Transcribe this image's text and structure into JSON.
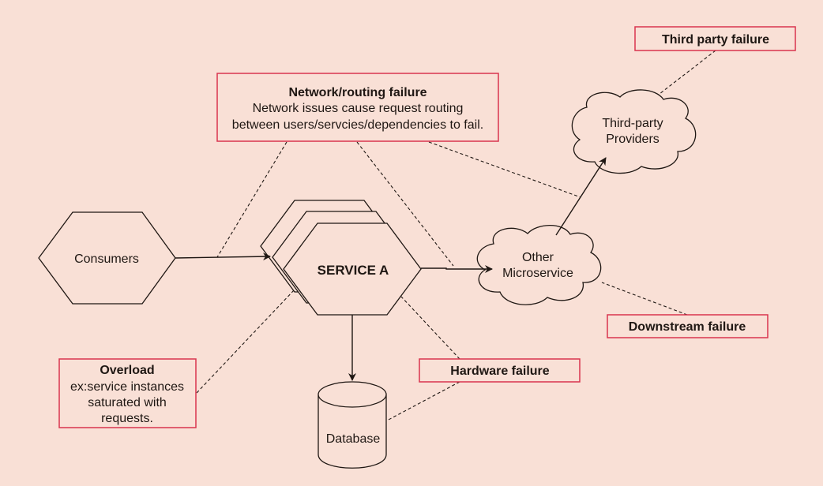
{
  "nodes": {
    "consumers": "Consumers",
    "service_a": "SERVICE A",
    "other_microservice": [
      "Other",
      "Microservice"
    ],
    "third_party": [
      "Third-party",
      "Providers"
    ],
    "database": "Database"
  },
  "failures": {
    "network": {
      "title": "Network/routing failure",
      "lines": [
        "Network issues cause request routing",
        "between users/servcies/dependencies to fail."
      ]
    },
    "third_party": {
      "title": "Third party failure"
    },
    "downstream": {
      "title": "Downstream failure"
    },
    "hardware": {
      "title": "Hardware failure"
    },
    "overload": {
      "title": "Overload",
      "lines": [
        "ex:service instances",
        "saturated with",
        "requests."
      ]
    }
  },
  "colors": {
    "background": "#f9e0d6",
    "stroke": "#1f1713",
    "failure_border": "#d9344f"
  }
}
